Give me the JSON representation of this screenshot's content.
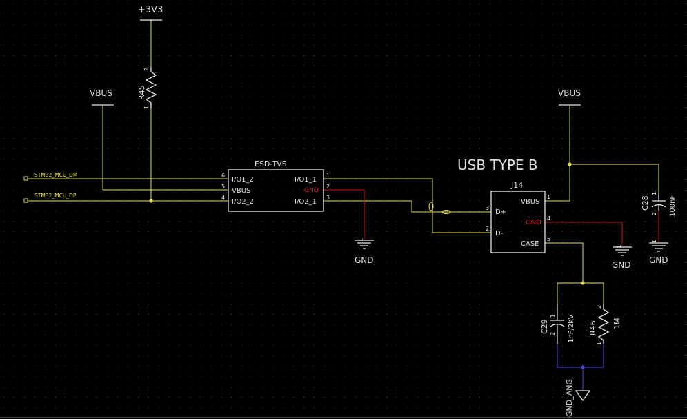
{
  "colors": {
    "background": "#000000",
    "wire": "#e8e050",
    "wire_gnd": "#c81818",
    "wire_ground_alt": "#4a4ae0",
    "component": "#e8e8e8",
    "text": "#e0e0e0",
    "pin_gnd": "#e02020",
    "grid_dot": "#3a3a3a"
  },
  "labels": {
    "power_3v3": "+3V3",
    "vbus_left": "VBUS",
    "vbus_right": "VBUS",
    "usb_title": "USB TYPE B",
    "gnd_tvs": "GND",
    "gnd_j14": "GND",
    "gnd_c28": "GND",
    "gnd_ang": "GND_ANG",
    "net_dm": "STM32_MCU_DM",
    "net_dp": "STM32_MCU_DP"
  },
  "resistors": {
    "r45": {
      "ref": "R45",
      "pin_top": "2",
      "pin_bottom": "1"
    },
    "r46": {
      "ref": "R46",
      "value": "1M",
      "pin_top": "2",
      "pin_bottom": "1"
    }
  },
  "capacitors": {
    "c28": {
      "ref": "C28",
      "value": "100nF",
      "pin_top": "1",
      "pin_bottom": "2",
      "pin_gnd": "1"
    },
    "c29": {
      "ref": "C29",
      "value": "1nF/2KV",
      "pin_top": "1",
      "pin_bottom": "2"
    }
  },
  "esd_tvs": {
    "ref": "ESD-TVS",
    "left_pins": [
      {
        "name": "I/O1_2",
        "num": "6"
      },
      {
        "name": "VBUS",
        "num": "5"
      },
      {
        "name": "I/O2_2",
        "num": "4"
      }
    ],
    "right_pins": [
      {
        "name": "I/O1_1",
        "num": "1"
      },
      {
        "name": "GND",
        "num": "2"
      },
      {
        "name": "I/O2_1",
        "num": "3"
      }
    ],
    "gnd_pin_num": "1"
  },
  "j14": {
    "ref": "J14",
    "left_pins": [
      {
        "name": "D+",
        "num": "3"
      },
      {
        "name": "D-",
        "num": "2"
      }
    ],
    "right_pins": [
      {
        "name": "VBUS",
        "num": "1"
      },
      {
        "name": "GND",
        "num": "4"
      },
      {
        "name": "CASE",
        "num": "5"
      }
    ],
    "gnd_pin_num": "1"
  }
}
